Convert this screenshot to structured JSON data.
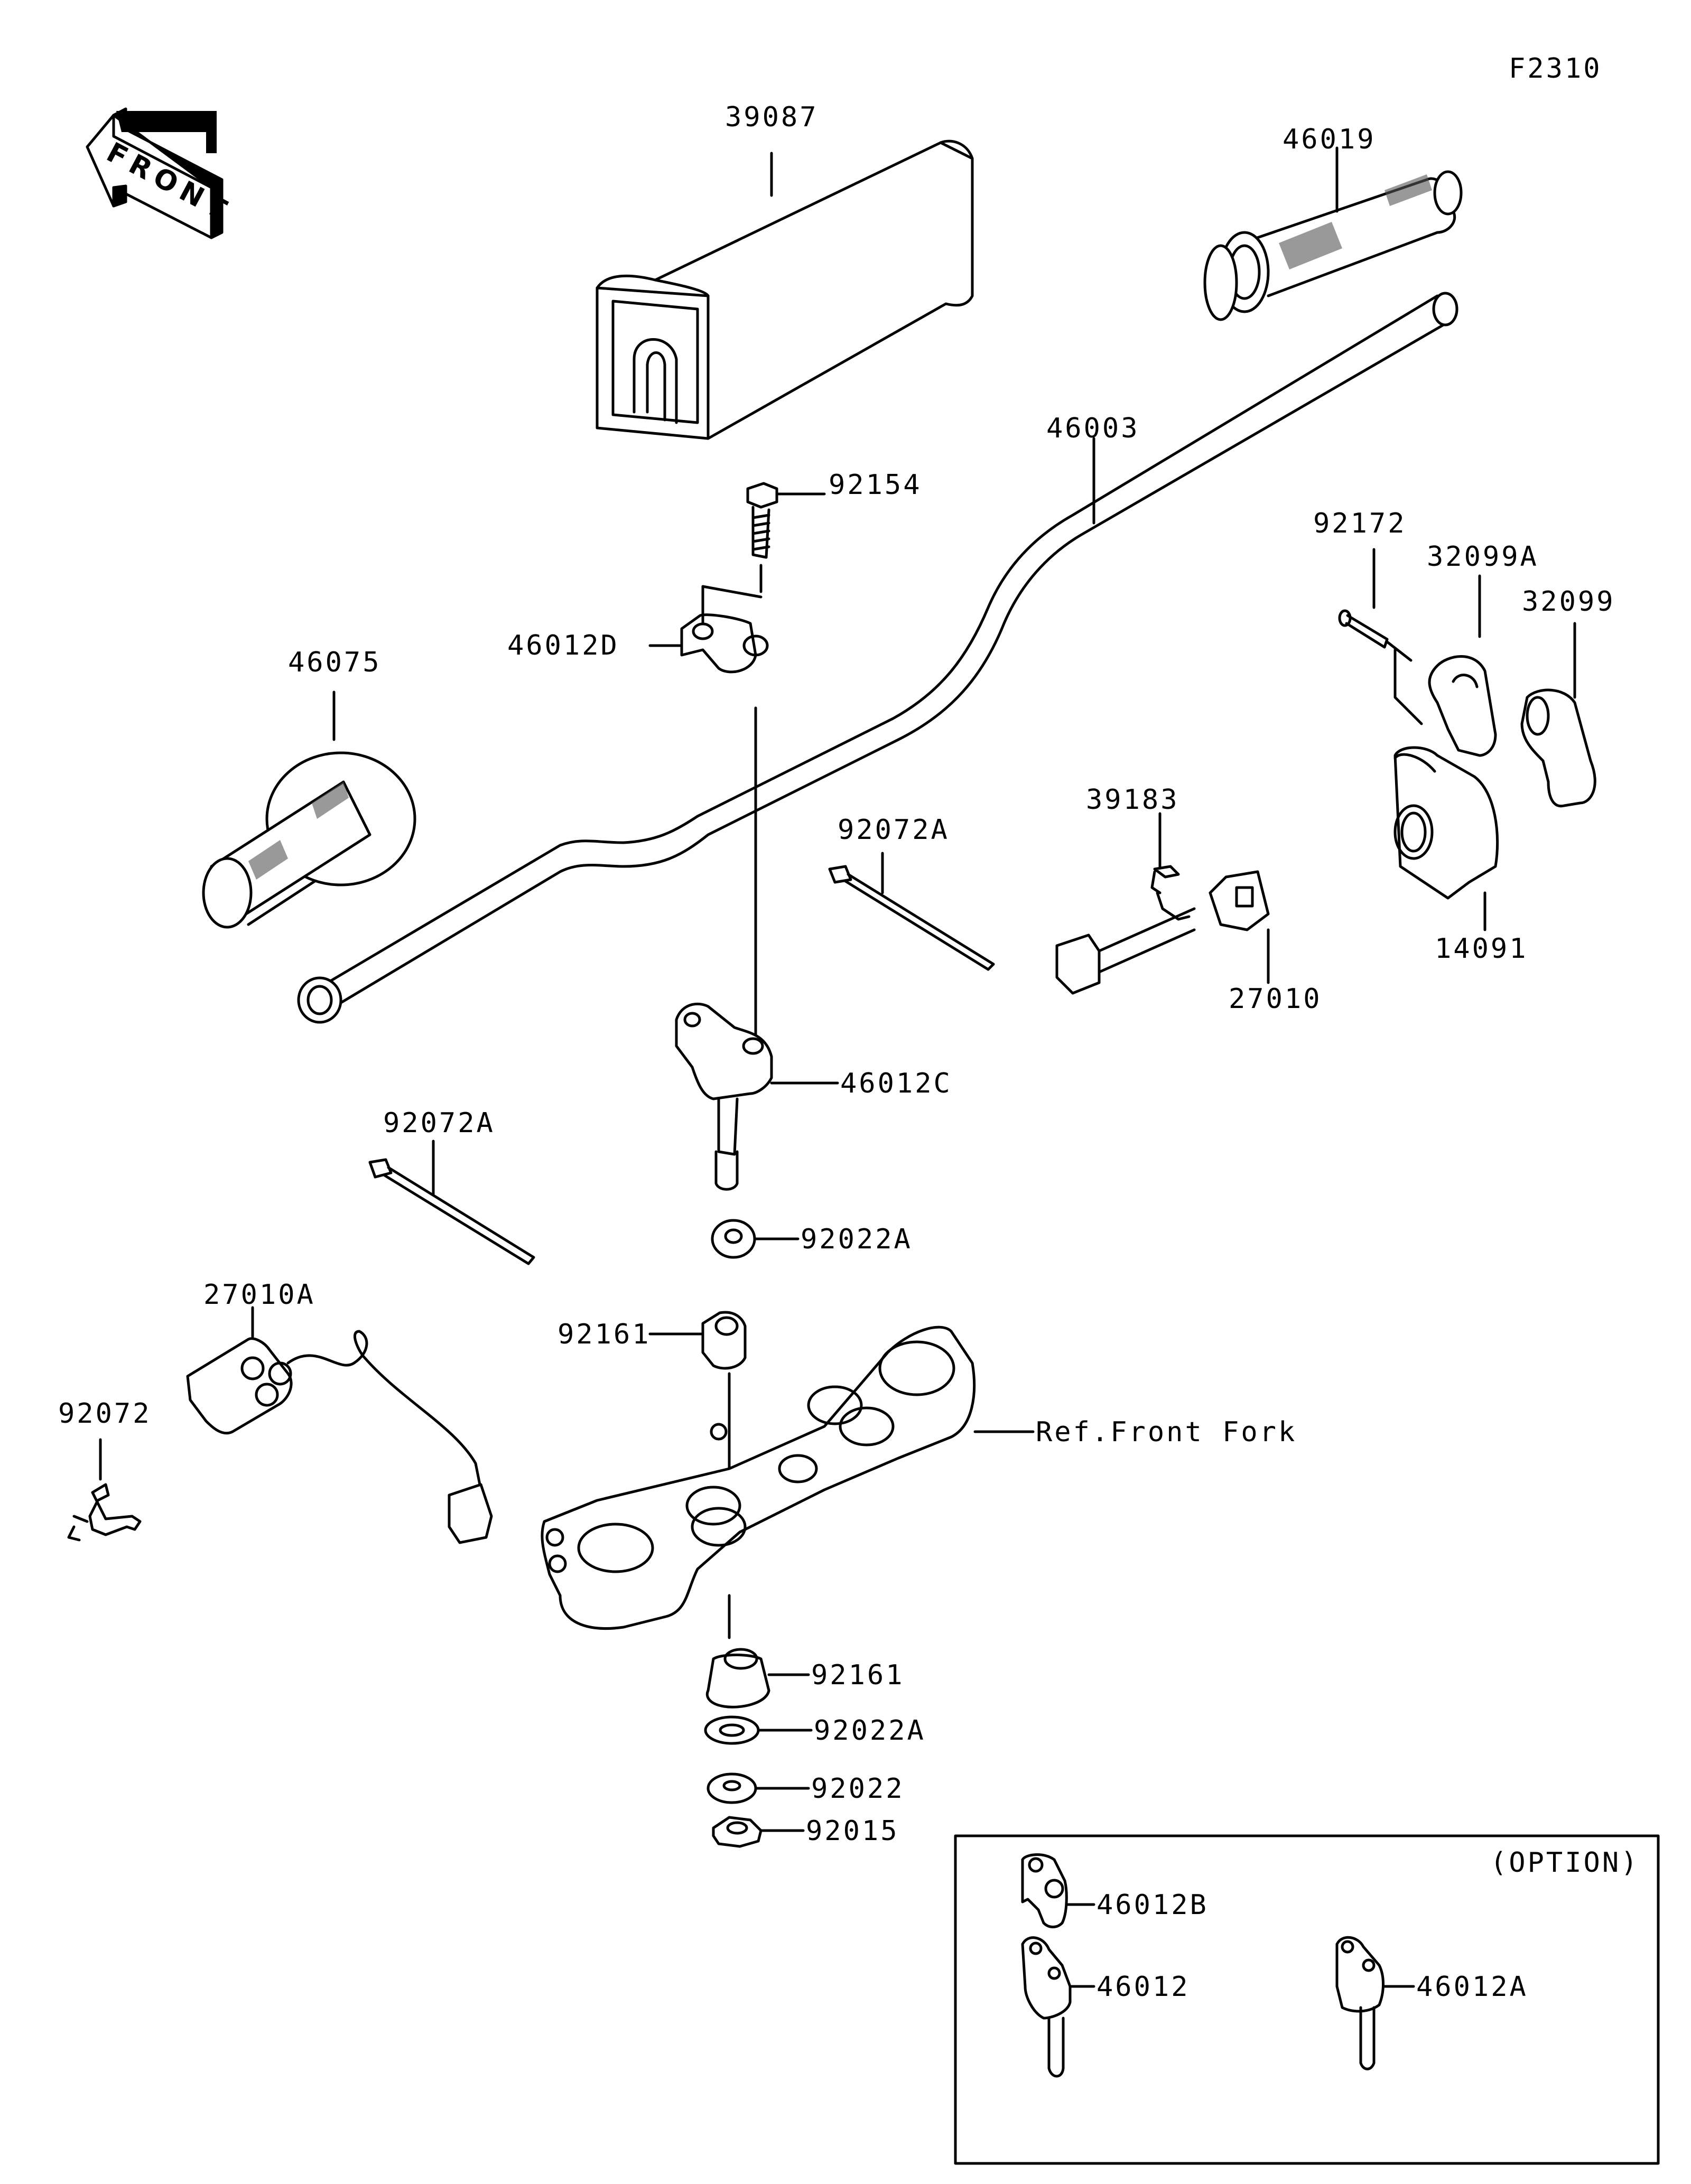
{
  "diagram": {
    "figure_code": "F2310",
    "front_indicator": "FRONT",
    "reference_label": "Ref.Front Fork",
    "option_box_title": "(OPTION)",
    "parts": [
      {
        "id": "p39087",
        "number": "39087",
        "name": "handlebar-pad"
      },
      {
        "id": "p46019",
        "number": "46019",
        "name": "throttle-grip"
      },
      {
        "id": "p46003",
        "number": "46003",
        "name": "handlebar"
      },
      {
        "id": "p92154",
        "number": "92154",
        "name": "bolt"
      },
      {
        "id": "p46012D",
        "number": "46012D",
        "name": "holder-upper"
      },
      {
        "id": "p46075",
        "number": "46075",
        "name": "left-grip"
      },
      {
        "id": "p92172",
        "number": "92172",
        "name": "screw"
      },
      {
        "id": "p32099A",
        "number": "32099A",
        "name": "throttle-case-half"
      },
      {
        "id": "p32099",
        "number": "32099",
        "name": "throttle-case"
      },
      {
        "id": "p39183",
        "number": "39183",
        "name": "clamp"
      },
      {
        "id": "p92072A_1",
        "number": "92072A",
        "name": "cable-tie"
      },
      {
        "id": "p14091",
        "number": "14091",
        "name": "cover"
      },
      {
        "id": "p27010",
        "number": "27010",
        "name": "switch"
      },
      {
        "id": "p46012C",
        "number": "46012C",
        "name": "holder-lower"
      },
      {
        "id": "p92072A_2",
        "number": "92072A",
        "name": "cable-tie"
      },
      {
        "id": "p92022A_1",
        "number": "92022A",
        "name": "washer"
      },
      {
        "id": "p27010A",
        "number": "27010A",
        "name": "switch-assembly"
      },
      {
        "id": "p92161_1",
        "number": "92161",
        "name": "damper"
      },
      {
        "id": "p92072",
        "number": "92072",
        "name": "clamp"
      },
      {
        "id": "p92161_2",
        "number": "92161",
        "name": "damper"
      },
      {
        "id": "p92022A_2",
        "number": "92022A",
        "name": "washer"
      },
      {
        "id": "p92022",
        "number": "92022",
        "name": "washer"
      },
      {
        "id": "p92015",
        "number": "92015",
        "name": "nut"
      },
      {
        "id": "p46012B",
        "number": "46012B",
        "name": "holder-option"
      },
      {
        "id": "p46012",
        "number": "46012",
        "name": "holder-option"
      },
      {
        "id": "p46012A",
        "number": "46012A",
        "name": "holder-option"
      }
    ]
  }
}
